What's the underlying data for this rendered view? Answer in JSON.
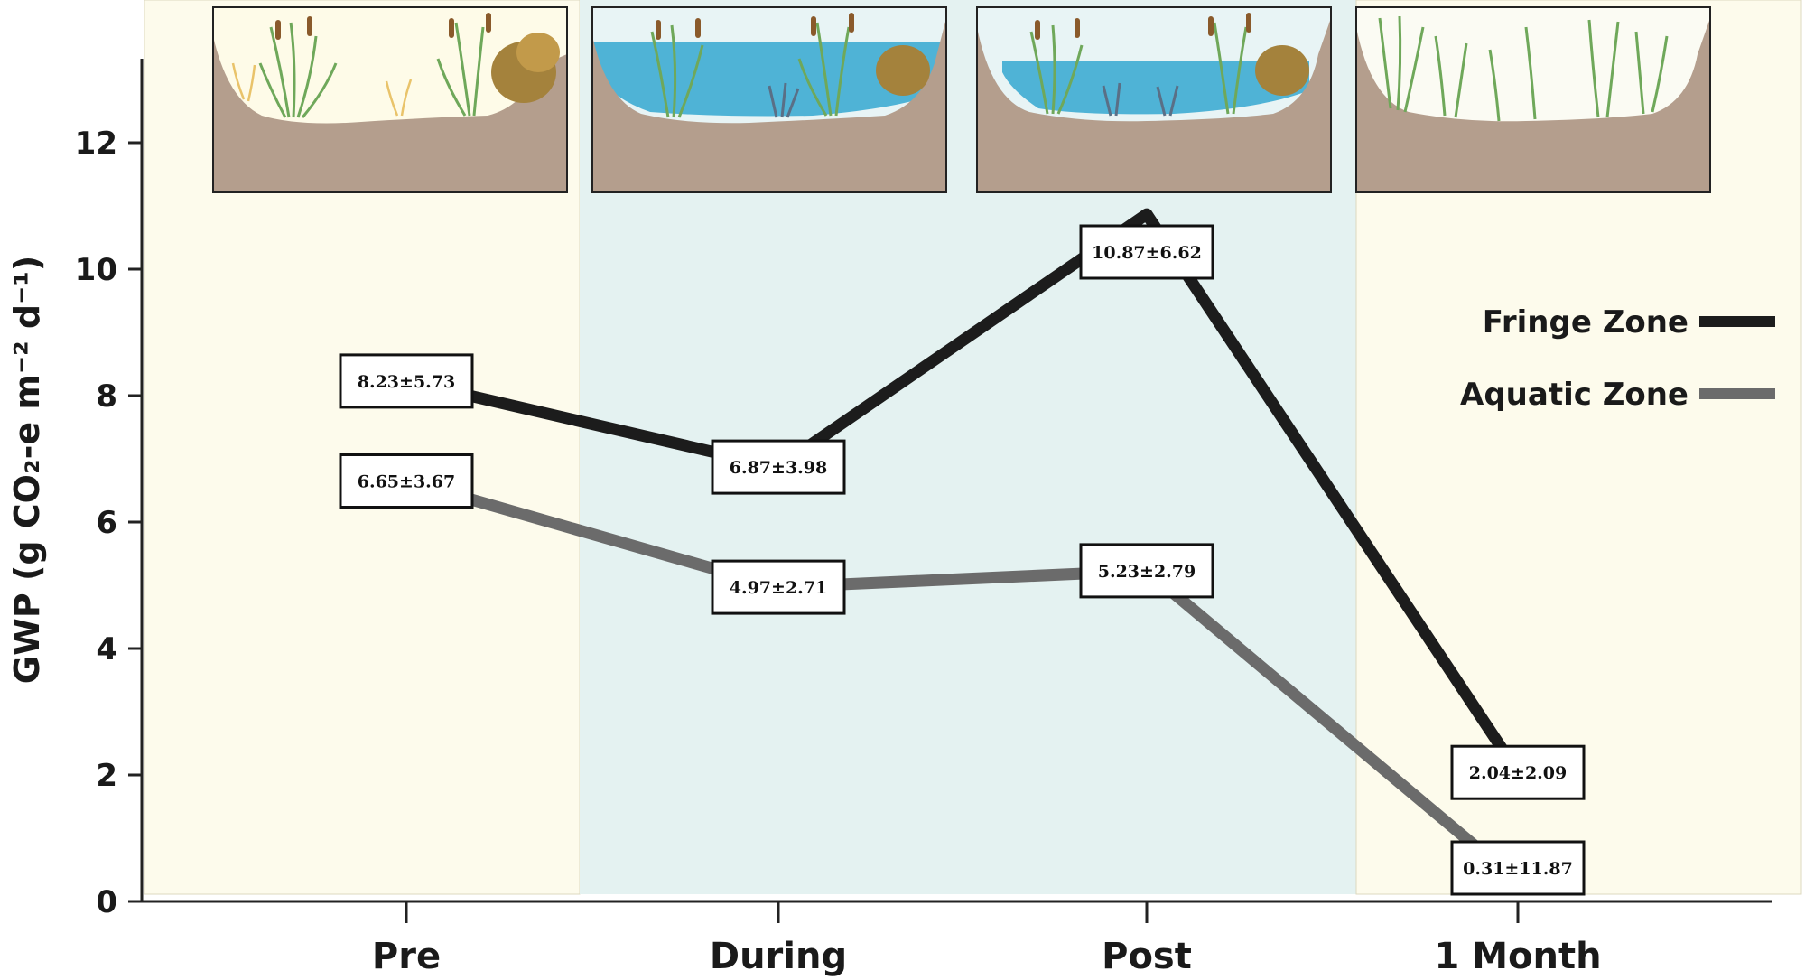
{
  "colors": {
    "phase_dry": "#fdfbec",
    "phase_wet": "#e4f2f1",
    "fringe": "#1c1c1c",
    "aquatic": "#6b6b6b",
    "soil": "#b49e8d",
    "water": "#4fb3d6",
    "reed": "#6fa85a",
    "dry_grass": "#e9c36a",
    "cattail": "#8a5a2b",
    "shrub": "#a4823c"
  },
  "icons": [
    "wetland-pre-illustration",
    "wetland-during-illustration",
    "wetland-post-illustration",
    "wetland-1month-illustration"
  ],
  "chart_data": {
    "type": "line",
    "categories": [
      "Pre",
      "During",
      "Post",
      "1 Month"
    ],
    "ylabel": "GWP (g CO₂-e m⁻² d⁻¹)",
    "ylim": [
      0,
      13
    ],
    "yticks": [
      0,
      2,
      4,
      6,
      8,
      10,
      12
    ],
    "grid": false,
    "legend_position": "right",
    "series": [
      {
        "name": "Fringe Zone",
        "values": [
          8.23,
          6.87,
          10.87,
          2.04
        ],
        "labels": [
          "8.23±5.73",
          "6.87±3.98",
          "10.87±6.62",
          "2.04±2.09"
        ]
      },
      {
        "name": "Aquatic Zone",
        "values": [
          6.65,
          4.97,
          5.23,
          0.31
        ],
        "labels": [
          "6.65±3.67",
          "4.97±2.71",
          "5.23±2.79",
          "0.31±11.87"
        ]
      }
    ]
  }
}
